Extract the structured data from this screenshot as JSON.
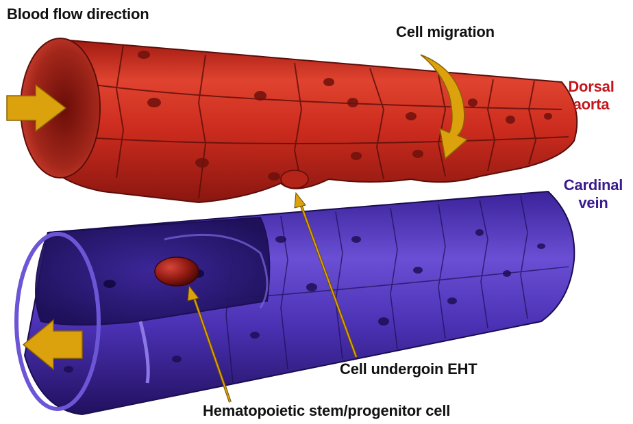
{
  "labels": {
    "blood_flow_direction": "Blood flow direction",
    "cell_migration": "Cell migration",
    "dorsal_aorta_line1": "Dorsal",
    "dorsal_aorta_line2": "aorta",
    "cardinal_vein_line1": "Cardinal",
    "cardinal_vein_line2": "vein",
    "cell_undergoing_eht": "Cell undergoin EHT",
    "hspc": "Hematopoietic stem/progenitor cell"
  },
  "colors": {
    "aorta": "#c8261e",
    "aorta_dark": "#7a1410",
    "vein": "#4a2fb0",
    "vein_dark": "#24156a",
    "arrow": "#dba20e",
    "aorta_label": "#c4161c",
    "vein_label": "#3a1a8c",
    "hspc_cell": "#8e1a12"
  }
}
